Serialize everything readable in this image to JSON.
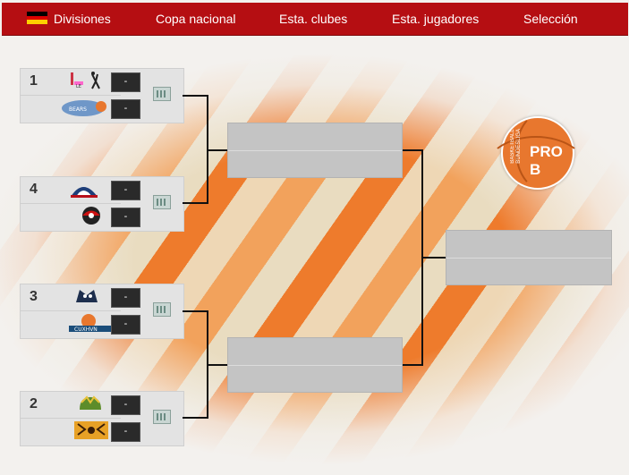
{
  "nav": {
    "items": [
      {
        "label": "Divisiones"
      },
      {
        "label": "Copa nacional"
      },
      {
        "label": "Esta. clubes"
      },
      {
        "label": "Esta. jugadores"
      },
      {
        "label": "Selección"
      }
    ],
    "flag_colors": [
      "#000000",
      "#dd0000",
      "#ffce00"
    ]
  },
  "bracket": {
    "matches": [
      {
        "seed": "1",
        "team_logos": [
          "team-logo-icon",
          "team-logo-icon"
        ],
        "scores": [
          "-",
          "-"
        ]
      },
      {
        "seed": "4",
        "team_logos": [
          "team-logo-icon",
          "team-logo-icon"
        ],
        "scores": [
          "-",
          "-"
        ]
      },
      {
        "seed": "3",
        "team_logos": [
          "team-logo-icon",
          "team-logo-icon"
        ],
        "scores": [
          "-",
          "-"
        ]
      },
      {
        "seed": "2",
        "team_logos": [
          "team-logo-icon",
          "team-logo-icon"
        ],
        "scores": [
          "-",
          "-"
        ]
      }
    ]
  },
  "badge": {
    "league_lines": [
      "BASKETBALL",
      "BUNDESLIGA"
    ],
    "division": "PRO B",
    "color": "#e8772e"
  },
  "colors": {
    "nav_bg": "#b50e12",
    "stripe_orange": "#ee7b2c",
    "stripe_cream": "#e9dcc0"
  }
}
